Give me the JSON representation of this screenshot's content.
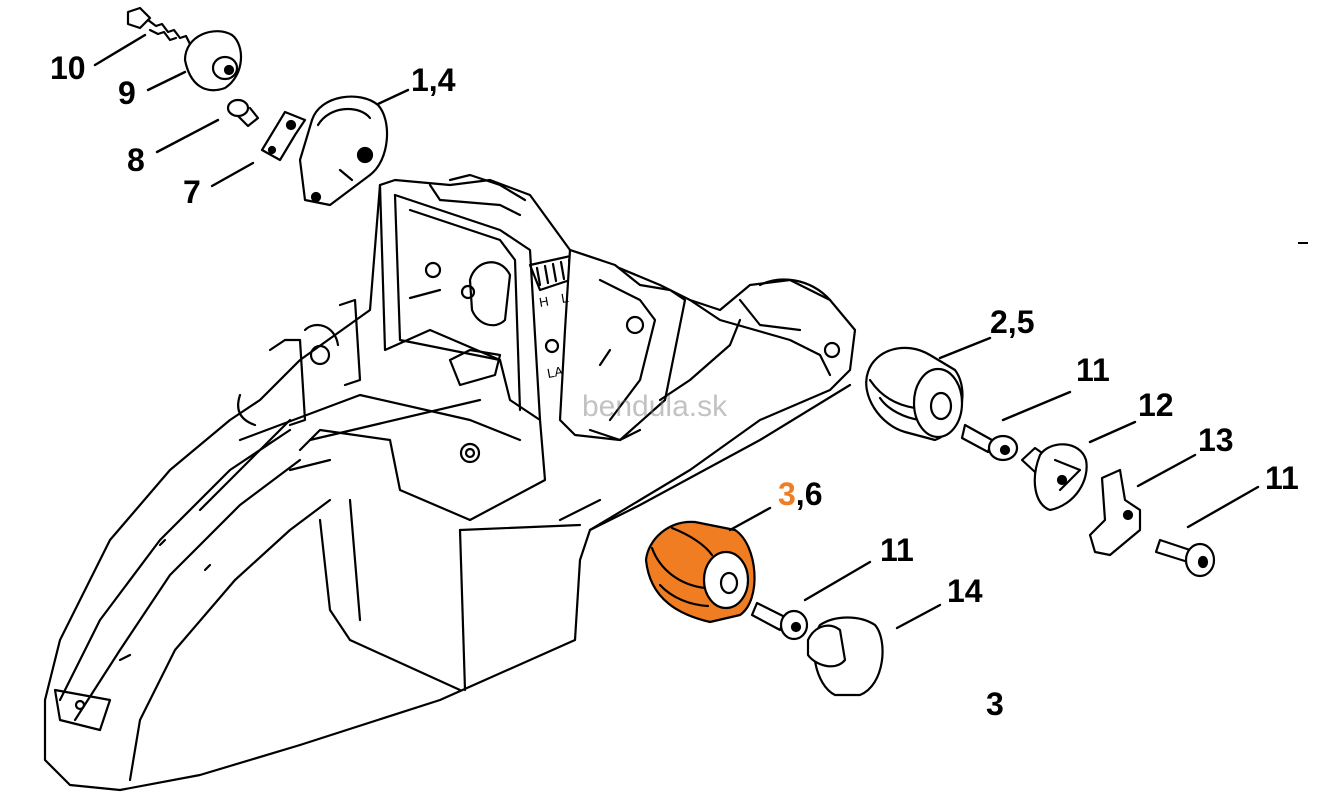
{
  "labels": {
    "p10": "10",
    "p9": "9",
    "p8": "8",
    "p7": "7",
    "p14a": "1,4",
    "p25": "2,5",
    "p11a": "11",
    "p12": "12",
    "p13": "13",
    "p11b": "11",
    "p36_hl": "3",
    "p36_rest": ",6",
    "p11c": "11",
    "p14": "14",
    "p3": "3"
  },
  "housing_marks": {
    "h": "H",
    "l": "L",
    "la": "LA"
  },
  "watermark": "bendula.sk",
  "colors": {
    "highlight": "#f07d22",
    "line": "#000000",
    "background": "#ffffff"
  }
}
